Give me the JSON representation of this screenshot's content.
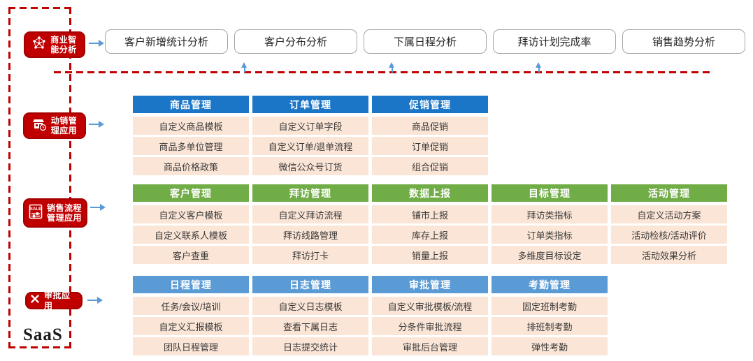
{
  "diagram": {
    "saas_label": "SaaS",
    "colors": {
      "frame_red": "#C00000",
      "badge_red": "#C00000",
      "blue_header": "#1B76C8",
      "green_header": "#71AD47",
      "light_blue_header": "#5B9BD5",
      "cell_fill": "#FBE5D6",
      "arrow_blue": "#5B9BD5",
      "bi_box_border": "#A6A6A6"
    },
    "badges": [
      {
        "label": "商业智\n能分析",
        "icon": "network-analysis-icon"
      },
      {
        "label": "动销管\n理应用",
        "icon": "store-icon"
      },
      {
        "label": "销售流程\n管理应用",
        "icon": "sale-tag-icon"
      },
      {
        "label": "审批应用",
        "icon": "crossed-tools-icon"
      }
    ],
    "bi_boxes": [
      "客户新增统计分析",
      "客户分布分析",
      "下属日程分析",
      "拜访计划完成率",
      "销售趋势分析"
    ],
    "sections": [
      {
        "header_color": "#1B76C8",
        "columns": [
          {
            "header": "商品管理",
            "rows": [
              "自定义商品模板",
              "商品多单位管理",
              "商品价格政策"
            ]
          },
          {
            "header": "订单管理",
            "rows": [
              "自定义订单字段",
              "自定义订单/退单流程",
              "微信公众号订货"
            ]
          },
          {
            "header": "促销管理",
            "rows": [
              "商品促销",
              "订单促销",
              "组合促销"
            ]
          }
        ]
      },
      {
        "header_color": "#71AD47",
        "columns": [
          {
            "header": "客户管理",
            "rows": [
              "自定义客户模板",
              "自定义联系人模板",
              "客户查重"
            ]
          },
          {
            "header": "拜访管理",
            "rows": [
              "自定义拜访流程",
              "拜访线路管理",
              "拜访打卡"
            ]
          },
          {
            "header": "数据上报",
            "rows": [
              "铺市上报",
              "库存上报",
              "销量上报"
            ]
          },
          {
            "header": "目标管理",
            "rows": [
              "拜访类指标",
              "订单类指标",
              "多维度目标设定"
            ]
          },
          {
            "header": "活动管理",
            "rows": [
              "自定义活动方案",
              "活动检核/活动评价",
              "活动效果分析"
            ]
          }
        ]
      },
      {
        "header_color": "#5B9BD5",
        "columns": [
          {
            "header": "日程管理",
            "rows": [
              "任务/会议/培训",
              "自定义汇报模板",
              "团队日程管理"
            ]
          },
          {
            "header": "日志管理",
            "rows": [
              "自定义日志模板",
              "查看下属日志",
              "日志提交统计"
            ]
          },
          {
            "header": "审批管理",
            "rows": [
              "自定义审批模板/流程",
              "分条件审批流程",
              "审批后台管理"
            ]
          },
          {
            "header": "考勤管理",
            "rows": [
              "固定班制考勤",
              "排班制考勤",
              "弹性考勤"
            ]
          }
        ]
      }
    ]
  }
}
